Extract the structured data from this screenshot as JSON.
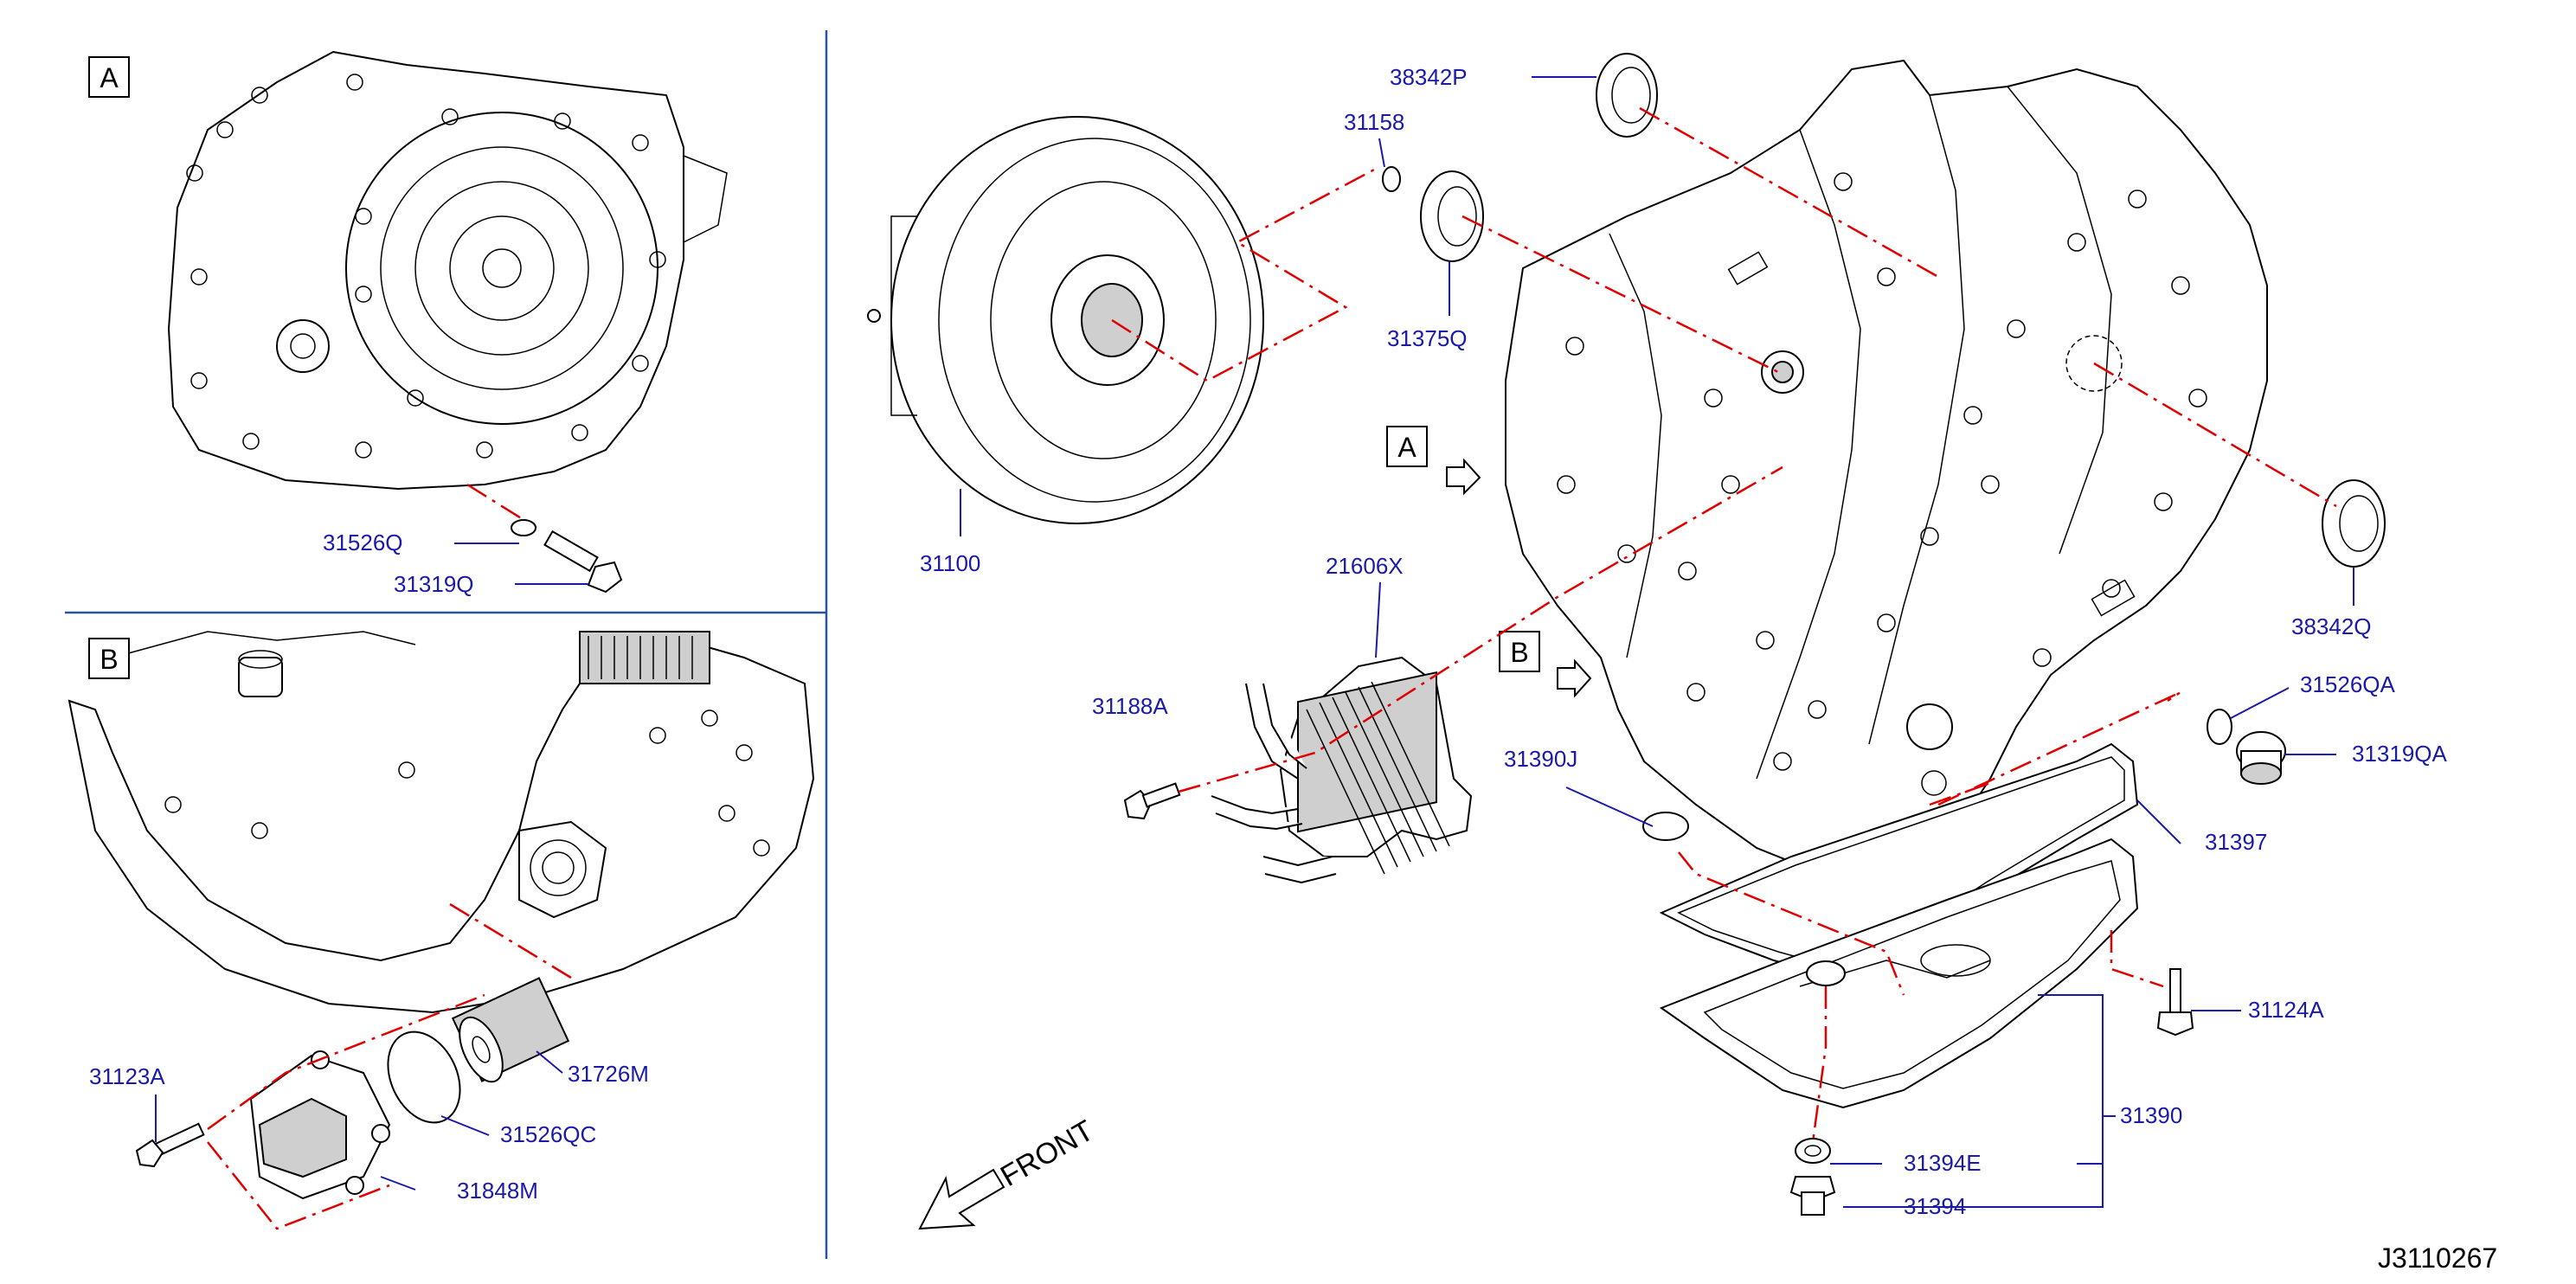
{
  "diagram_code": "J3110267",
  "front_label": "FRONT",
  "insets": {
    "a_top": "A",
    "b_side": "B",
    "a_main": "A",
    "b_main": "B"
  },
  "parts": {
    "p31526Q": "31526Q",
    "p31319Q": "31319Q",
    "p31100": "31100",
    "p38342P": "38342P",
    "p31158": "31158",
    "p31375Q": "31375Q",
    "p38342Q": "38342Q",
    "p21606X": "21606X",
    "p31188A": "31188A",
    "p31390J": "31390J",
    "p31526QA": "31526QA",
    "p31319QA": "31319QA",
    "p31397": "31397",
    "p31124A": "31124A",
    "p31390": "31390",
    "p31394E": "31394E",
    "p31394": "31394",
    "p31123A": "31123A",
    "p31726M": "31726M",
    "p31526QC": "31526QC",
    "p31848M": "31848M"
  }
}
